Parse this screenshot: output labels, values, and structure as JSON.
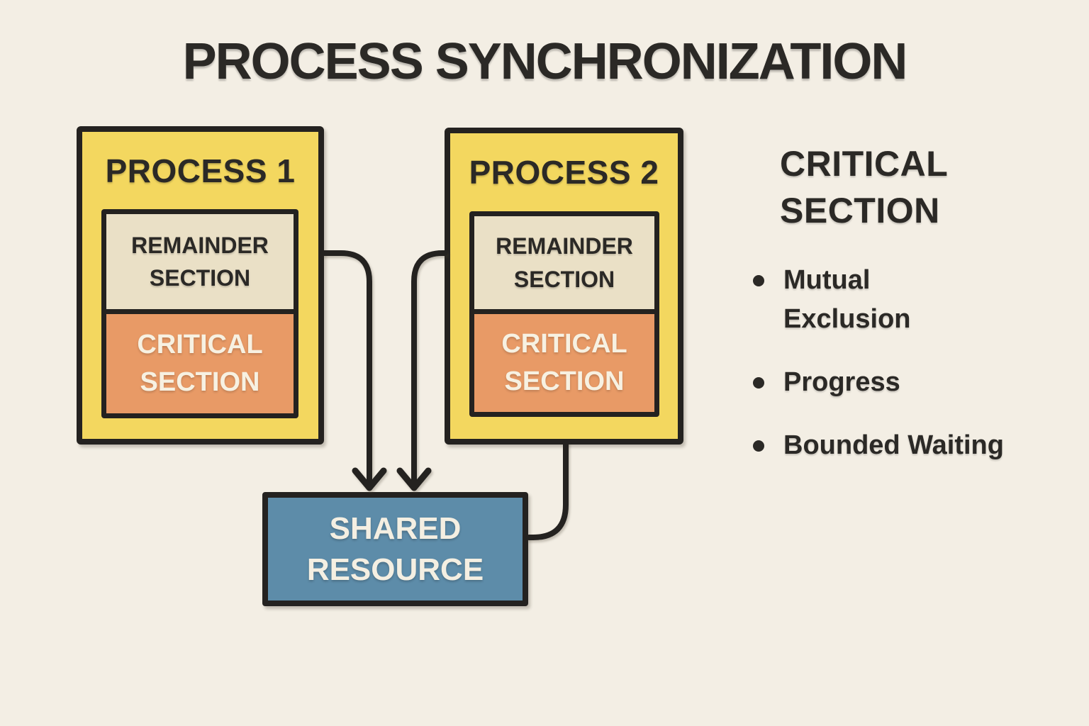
{
  "title": "PROCESS SYNCHRONIZATION",
  "diagram": {
    "process1": {
      "label": "PROCESS 1",
      "remainder": "REMAINDER SECTION",
      "critical": "CRITICAL SECTION"
    },
    "process2": {
      "label": "PROCESS 2",
      "remainder": "REMAINDER SECTION",
      "critical": "CRITICAL SECTION"
    },
    "shared": {
      "label": "SHARED RESOURCE"
    },
    "connections": [
      "process1-right to shared-resource-top (arrow)",
      "process2-left to shared-resource-top (arrow)",
      "process2-bottom to shared-resource-right (line)"
    ]
  },
  "sidebar": {
    "heading": "CRITICAL SECTION",
    "bullets": [
      "Mutual\nExclusion",
      "Progress",
      "Bounded Waiting"
    ]
  },
  "colors": {
    "background": "#F3EEE4",
    "process_fill": "#F3D75F",
    "remainder_fill": "#EAE0C6",
    "critical_fill": "#E89A66",
    "shared_fill": "#5D8CA9",
    "outline": "#242220",
    "dark_text": "#2B2926",
    "light_text": "#F7F1E2"
  }
}
